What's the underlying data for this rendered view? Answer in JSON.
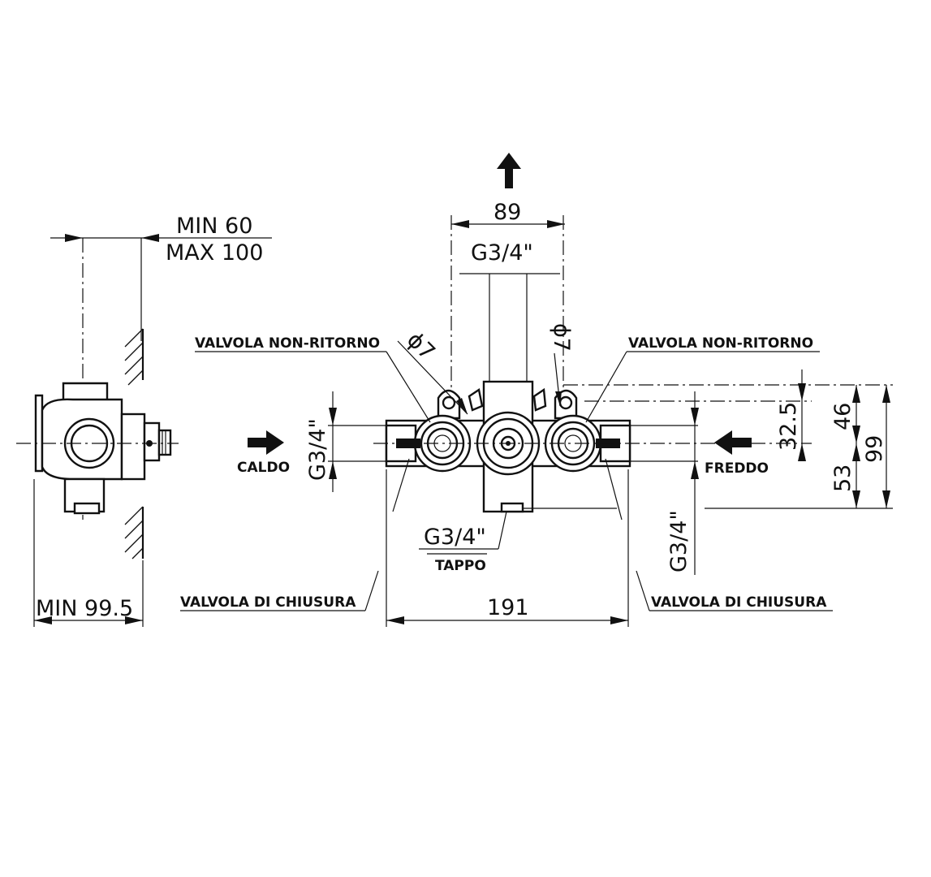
{
  "dimensions": {
    "min_60": "MIN  60",
    "max_100": "MAX  100",
    "min_99_5": "MIN  99.5",
    "width_89": "89",
    "width_191": "191",
    "h_32_5": "32.5",
    "h_46": "46",
    "h_53": "53",
    "h_99": "99",
    "phi7_left": "ϕ7",
    "phi7_right": "ϕ7"
  },
  "threads": {
    "top": "G3/4\"",
    "left": "G3/4\"",
    "bottom": "G3/4\"",
    "right": "G3/4\""
  },
  "labels": {
    "valvola_non_ritorno_left": "VALVOLA  NON-RITORNO",
    "valvola_non_ritorno_right": "VALVOLA  NON-RITORNO",
    "caldo": "CALDO",
    "freddo": "FREDDO",
    "tappo": "TAPPO",
    "valvola_chiusura_left": "VALVOLA  DI  CHIUSURA",
    "valvola_chiusura_right": "VALVOLA  DI  CHIUSURA"
  },
  "icons": {
    "outlet": "arrow-up-icon",
    "hot_inlet": "arrow-right-icon",
    "cold_inlet": "arrow-left-icon"
  }
}
